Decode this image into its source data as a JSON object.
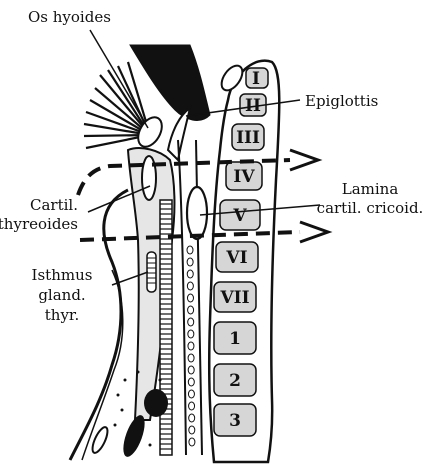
{
  "labels": {
    "os_hyoides": "Os hyoides",
    "epiglottis": "Epiglottis",
    "cartil_line1": "Cartil.",
    "cartil_line2": "thyreoides",
    "lamina_line1": "Lamina",
    "lamina_line2": "cartil. cricoid.",
    "isthmus_line1": "Isthmus",
    "isthmus_line2": "gland.",
    "isthmus_line3": "thyr."
  },
  "vertebrae": {
    "cervical": [
      "I",
      "II",
      "III",
      "IV",
      "V",
      "VI",
      "VII"
    ],
    "thoracic": [
      "1",
      "2",
      "3"
    ]
  }
}
